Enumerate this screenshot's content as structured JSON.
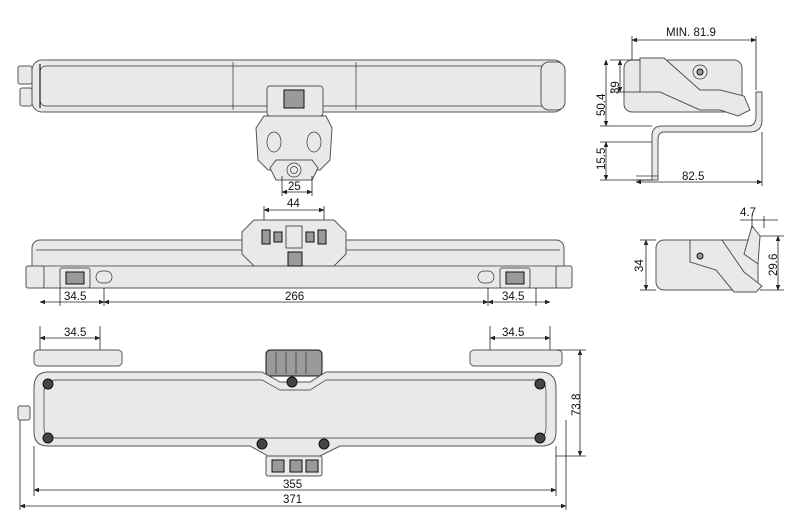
{
  "dimensions": {
    "d_25": "25",
    "d_44": "44",
    "d_266": "266",
    "d_34_5_left_mid": "34.5",
    "d_34_5_right_mid": "34.5",
    "d_34_5_left_bot": "34.5",
    "d_34_5_right_bot": "34.5",
    "d_73_8": "73.8",
    "d_355": "355",
    "d_371": "371",
    "d_min_81_9": "MIN. 81.9",
    "d_39": "39",
    "d_50_4": "50.4",
    "d_15_5": "15.5",
    "d_82_5": "82.5",
    "d_4_7": "4.7",
    "d_34": "34",
    "d_29_6": "29.6"
  }
}
